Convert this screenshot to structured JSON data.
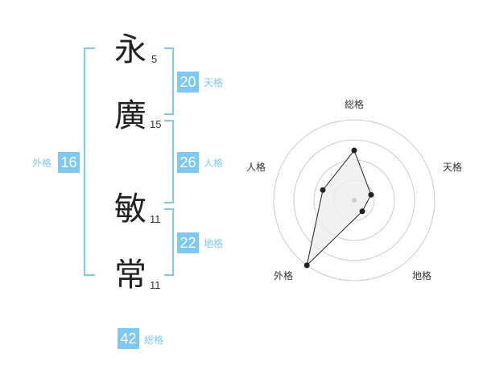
{
  "characters": [
    {
      "char": "永",
      "strokes": "5"
    },
    {
      "char": "廣",
      "strokes": "15"
    },
    {
      "char": "敏",
      "strokes": "11"
    },
    {
      "char": "常",
      "strokes": "11"
    }
  ],
  "scores": {
    "tenkaku": {
      "value": "20",
      "label": "天格"
    },
    "jinkaku": {
      "value": "26",
      "label": "人格"
    },
    "chikaku": {
      "value": "22",
      "label": "地格"
    },
    "gaikaku": {
      "value": "16",
      "label": "外格"
    },
    "soukaku": {
      "value": "42",
      "label": "総格"
    }
  },
  "accent_color": "#7fc8f2",
  "chart_data": {
    "type": "radar",
    "axes": [
      "総格",
      "天格",
      "地格",
      "外格",
      "人格"
    ],
    "values": [
      0.62,
      0.22,
      0.17,
      1.0,
      0.41
    ],
    "rings": 4
  }
}
